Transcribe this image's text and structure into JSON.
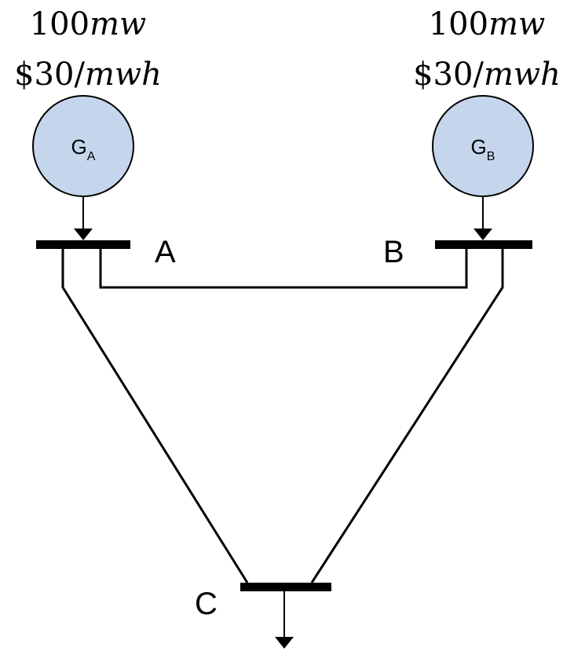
{
  "generators": [
    {
      "id": "A",
      "capacity_value": "100",
      "capacity_unit": "mw",
      "price_value": "$30/",
      "price_unit": "mwh",
      "symbol_main": "G",
      "symbol_sub": "A"
    },
    {
      "id": "B",
      "capacity_value": "100",
      "capacity_unit": "mw",
      "price_value": "$30/",
      "price_unit": "mwh",
      "symbol_main": "G",
      "symbol_sub": "B"
    }
  ],
  "buses": {
    "a": "A",
    "b": "B",
    "c": "C"
  },
  "colors": {
    "generator_fill": "#c5d6ec",
    "line": "#000000"
  }
}
